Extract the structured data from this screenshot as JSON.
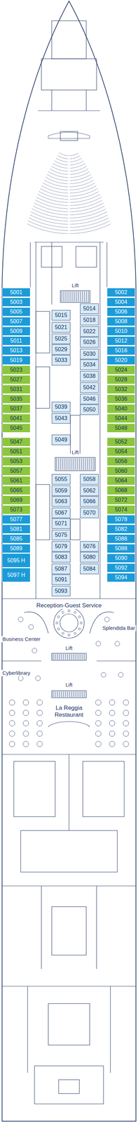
{
  "diagram": {
    "nodes": [
      {
        "text": [
          "5001"
        ]
      },
      {
        "text": [
          "5003"
        ]
      },
      {
        "text": [
          "5005"
        ]
      },
      {
        "text": [
          "5007"
        ]
      },
      {
        "text": [
          "5009"
        ]
      },
      {
        "text": [
          "5011"
        ]
      },
      {
        "text": [
          "5013"
        ]
      },
      {
        "text": [
          "5019"
        ]
      },
      {
        "text": [
          "5023"
        ]
      },
      {
        "text": [
          "5027"
        ]
      },
      {
        "text": [
          "5031"
        ]
      },
      {
        "text": [
          "5035"
        ]
      },
      {
        "text": [
          "5037"
        ]
      },
      {
        "text": [
          "5041"
        ]
      },
      {
        "text": [
          "5045"
        ]
      },
      {
        "text": [
          "5047"
        ]
      },
      {
        "text": [
          "5051"
        ]
      },
      {
        "text": [
          "5053"
        ]
      },
      {
        "text": [
          "5057"
        ]
      },
      {
        "text": [
          "5061"
        ]
      },
      {
        "text": [
          "5065"
        ]
      },
      {
        "text": [
          "5069"
        ]
      },
      {
        "text": [
          "5073"
        ]
      },
      {
        "text": [
          "5077"
        ]
      },
      {
        "text": [
          "5081"
        ]
      },
      {
        "text": [
          "5085"
        ]
      },
      {
        "text": [
          "5089"
        ]
      },
      {
        "text": [
          "5095 H"
        ]
      },
      {
        "text": [
          "5097 H"
        ]
      },
      {
        "text": [
          "5002"
        ]
      },
      {
        "text": [
          "5004"
        ]
      },
      {
        "text": [
          "5006"
        ]
      },
      {
        "text": [
          "5008"
        ]
      },
      {
        "text": [
          "5010"
        ]
      },
      {
        "text": [
          "5012"
        ]
      },
      {
        "text": [
          "5016"
        ]
      },
      {
        "text": [
          "5020"
        ]
      },
      {
        "text": [
          "5024"
        ]
      },
      {
        "text": [
          "5028"
        ]
      },
      {
        "text": [
          "5032"
        ]
      },
      {
        "text": [
          "5036"
        ]
      },
      {
        "text": [
          "5040"
        ]
      },
      {
        "text": [
          "5044"
        ]
      },
      {
        "text": [
          "5048"
        ]
      },
      {
        "text": [
          "5052"
        ]
      },
      {
        "text": [
          "5054"
        ]
      },
      {
        "text": [
          "5056"
        ]
      },
      {
        "text": [
          "5060"
        ]
      },
      {
        "text": [
          "5064"
        ]
      },
      {
        "text": [
          "5068"
        ]
      },
      {
        "text": [
          "5072"
        ]
      },
      {
        "text": [
          "5074"
        ]
      },
      {
        "text": [
          "5078"
        ]
      },
      {
        "text": [
          "5082"
        ]
      },
      {
        "text": [
          "5086"
        ]
      },
      {
        "text": [
          "5088"
        ]
      },
      {
        "text": [
          "5090"
        ]
      },
      {
        "text": [
          "5092"
        ]
      },
      {
        "text": [
          "5094"
        ]
      },
      {
        "text": [
          "5015"
        ]
      },
      {
        "text": [
          "5021"
        ]
      },
      {
        "text": [
          "5025"
        ]
      },
      {
        "text": [
          "5029"
        ]
      },
      {
        "text": [
          "5033"
        ]
      },
      {
        "text": [
          "5039"
        ]
      },
      {
        "text": [
          "5043"
        ]
      },
      {
        "text": [
          "5049"
        ]
      },
      {
        "text": [
          "5055"
        ]
      },
      {
        "text": [
          "5059"
        ]
      },
      {
        "text": [
          "5063"
        ]
      },
      {
        "text": [
          "5067"
        ]
      },
      {
        "text": [
          "5071"
        ]
      },
      {
        "text": [
          "5075"
        ]
      },
      {
        "text": [
          "5079"
        ]
      },
      {
        "text": [
          "5083"
        ]
      },
      {
        "text": [
          "5087"
        ]
      },
      {
        "text": [
          "5091"
        ]
      },
      {
        "text": [
          "5093"
        ]
      },
      {
        "text": [
          "5014"
        ]
      },
      {
        "text": [
          "5018"
        ]
      },
      {
        "text": [
          "5022"
        ]
      },
      {
        "text": [
          "5026"
        ]
      },
      {
        "text": [
          "5030"
        ]
      },
      {
        "text": [
          "5034"
        ]
      },
      {
        "text": [
          "5038"
        ]
      },
      {
        "text": [
          "5042"
        ]
      },
      {
        "text": [
          "5046"
        ]
      },
      {
        "text": [
          "5050"
        ]
      },
      {
        "text": [
          "5058"
        ]
      },
      {
        "text": [
          "5062"
        ]
      },
      {
        "text": [
          "5066"
        ]
      },
      {
        "text": [
          "5070"
        ]
      },
      {
        "text": [
          "5076"
        ]
      },
      {
        "text": [
          "5080"
        ]
      },
      {
        "text": [
          "5084"
        ]
      }
    ],
    "labels": [
      "Lift",
      "Lift",
      "Reception-Guest Service",
      "Splendida Bar",
      "Business Center",
      "Lift",
      "Cyberlibrary",
      "Lift",
      "La Reggia Restaurant"
    ]
  }
}
